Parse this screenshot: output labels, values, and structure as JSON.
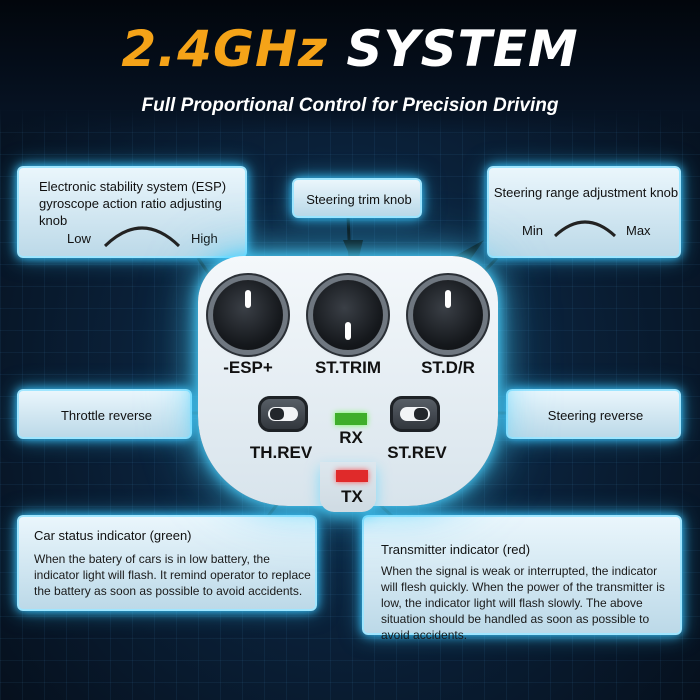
{
  "header": {
    "title_accent": "2.4GHz",
    "title_main": "SYSTEM",
    "subtitle": "Full Proportional Control for Precision Driving"
  },
  "callouts": {
    "esp": {
      "title": "Electronic stability system (ESP) gyroscope action ratio adjusting knob",
      "low": "Low",
      "high": "High"
    },
    "trim": {
      "title": "Steering trim knob"
    },
    "range": {
      "title": "Steering range adjustment knob",
      "min": "Min",
      "max": "Max"
    },
    "throttle_reverse": {
      "title": "Throttle reverse"
    },
    "steering_reverse": {
      "title": "Steering reverse"
    },
    "car_status": {
      "title": "Car status indicator (green)",
      "body": "When the batery of cars is in low battery, the indicator light will flash. It remind operator to replace the battery as soon as possible to avoid accidents."
    },
    "transmitter": {
      "title": "Transmitter indicator (red)",
      "body": "When the signal is weak or interrupted, the indicator will flesh quickly. When the power of the transmitter is low, the indicator light will flash slowly. The above situation should be handled as soon as possible to avoid accidents."
    }
  },
  "panel": {
    "esp_label": "-ESP+",
    "trim_label": "ST.TRIM",
    "dr_label": "ST.D/R",
    "threv_label": "TH.REV",
    "strev_label": "ST.REV",
    "rx_label": "RX",
    "tx_label": "TX"
  },
  "colors": {
    "accent": "#f5a318",
    "glow": "#39c6ff",
    "rx_led": "#3fae2a",
    "tx_led": "#e02a2a"
  }
}
